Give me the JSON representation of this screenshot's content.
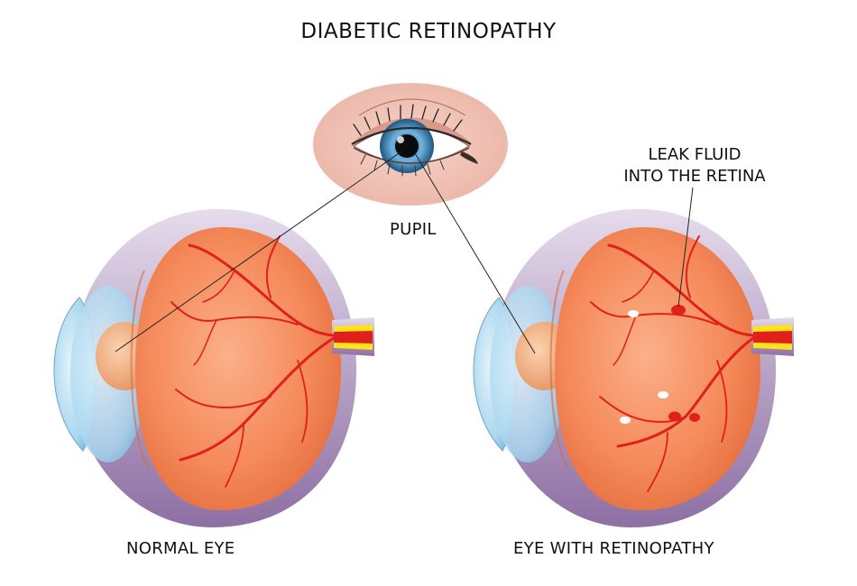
{
  "title": "DIABETIC RETINOPATHY",
  "labels": {
    "pupil": "PUPIL",
    "normal_eye": "NORMAL EYE",
    "retinopathy_eye": "EYE WITH RETINOPATHY",
    "leak_line1": "LEAK FLUID",
    "leak_line2": "INTO THE RETINA"
  },
  "colors": {
    "skin": "#f2c4b8",
    "iris": "#6fb3e0",
    "retina": "#f58a5a",
    "vessel": "#e0201a",
    "sclera_rim": "#b9a9c9",
    "cornea": "#a9d6ef",
    "nerve_yellow": "#ffe21a",
    "exudate": "#ffffff"
  }
}
